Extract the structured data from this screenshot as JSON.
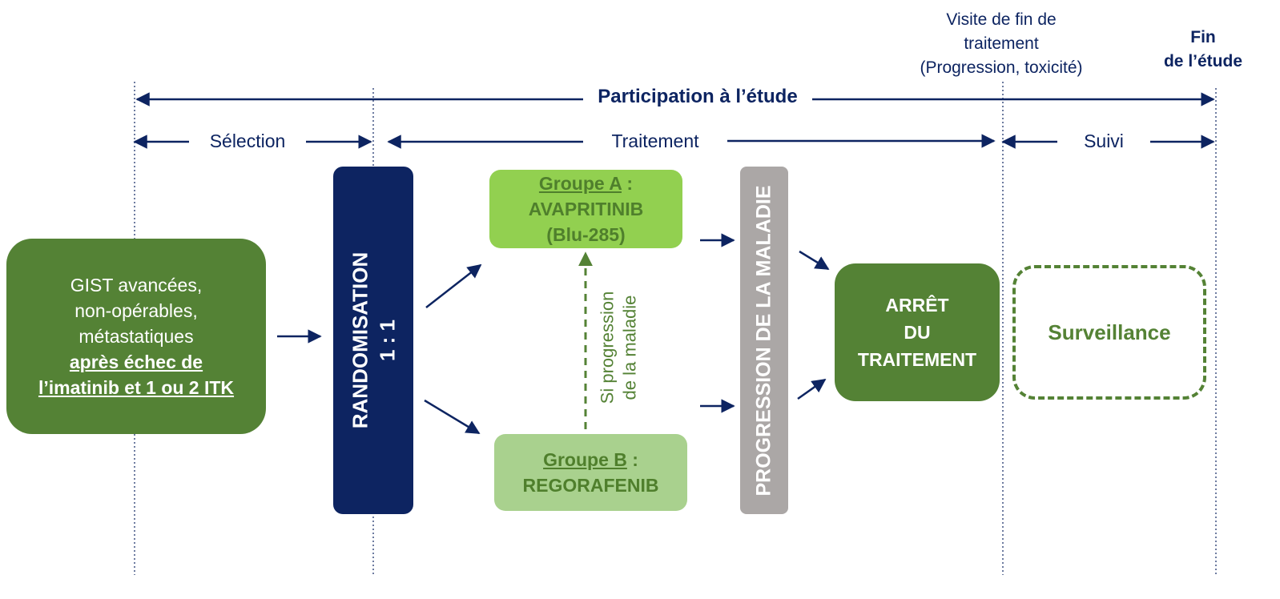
{
  "colors": {
    "navy": "#0d2461",
    "dark_green": "#548235",
    "light_green": "#92d050",
    "pale_green": "#a9d18e",
    "gray": "#aba7a6"
  },
  "timeline": {
    "end_visit": [
      "Visite de fin de",
      "traitement",
      "(Progression, toxicité)"
    ],
    "end_study": [
      "Fin",
      "de l’étude"
    ],
    "participation": "Participation à l’étude",
    "selection": "Sélection",
    "treatment": "Traitement",
    "followup": "Suivi"
  },
  "boxes": {
    "start": {
      "lines": [
        "GIST avancées,",
        "non-opérables,",
        "métastatiques"
      ],
      "emph_lines": [
        "après échec de",
        "l’imatinib et 1 ou 2 ITK"
      ]
    },
    "randomisation": {
      "line1": "RANDOMISATION",
      "line2": "1 : 1"
    },
    "group_a": {
      "name": "Groupe A",
      "suffix": " :",
      "drug": "AVAPRITINIB",
      "code": "(Blu-285)"
    },
    "group_b": {
      "name": "Groupe B",
      "suffix": " :",
      "drug": "REGORAFENIB"
    },
    "crossover": {
      "line1": "Si progression",
      "line2": "de la maladie"
    },
    "progression": "PROGRESSION DE LA MALADIE",
    "stop": [
      "ARRÊT",
      "DU",
      "TRAITEMENT"
    ],
    "surveillance": "Surveillance"
  }
}
